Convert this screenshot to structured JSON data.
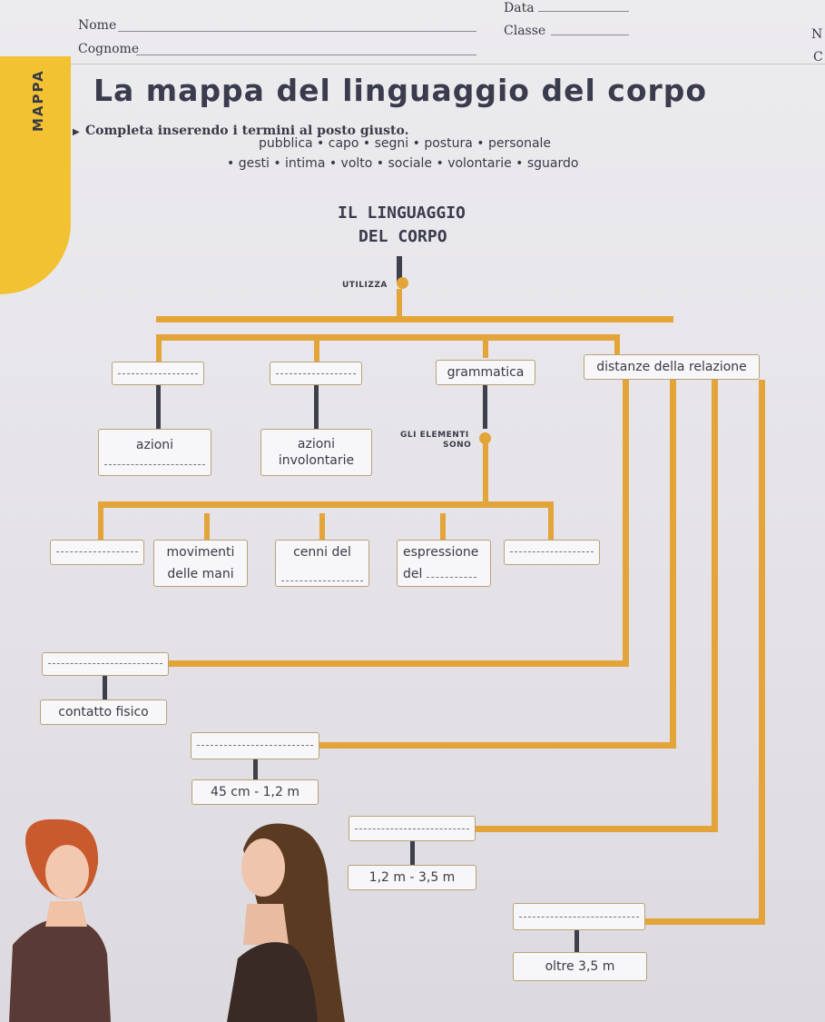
{
  "header": {
    "nome_label": "Nome",
    "cognome_label": "Cognome",
    "data_label": "Data",
    "classe_label": "Classe",
    "edge_n": "N",
    "edge_c": "C"
  },
  "side_tab": {
    "label": "MAPPA"
  },
  "title": "La mappa del linguaggio del corpo",
  "instruction": "Completa inserendo i termini al posto giusto.",
  "word_bank": {
    "line1": "pubblica • capo • segni • postura • personale",
    "line2": "• gesti • intima • volto • sociale • volontarie • sguardo"
  },
  "map": {
    "root_line1": "IL LINGUAGGIO",
    "root_line2": "DEL CORPO",
    "utilizza": "UTILIZZA",
    "grammatica": "grammatica",
    "distanze": "distanze della relazione",
    "azioni1": "azioni",
    "azioni2_line1": "azioni",
    "azioni2_line2": "involontarie",
    "elementi_line1": "GLI ELEMENTI",
    "elementi_line2": "SONO",
    "movimenti_line1": "movimenti",
    "movimenti_line2": "delle mani",
    "cenni_line1": "cenni del",
    "espressione_line1": "espressione",
    "espressione_line2": "del",
    "contatto": "contatto fisico",
    "dist1": "45 cm - 1,2 m",
    "dist2": "1,2 m - 3,5 m",
    "dist3": "oltre 3,5 m"
  }
}
